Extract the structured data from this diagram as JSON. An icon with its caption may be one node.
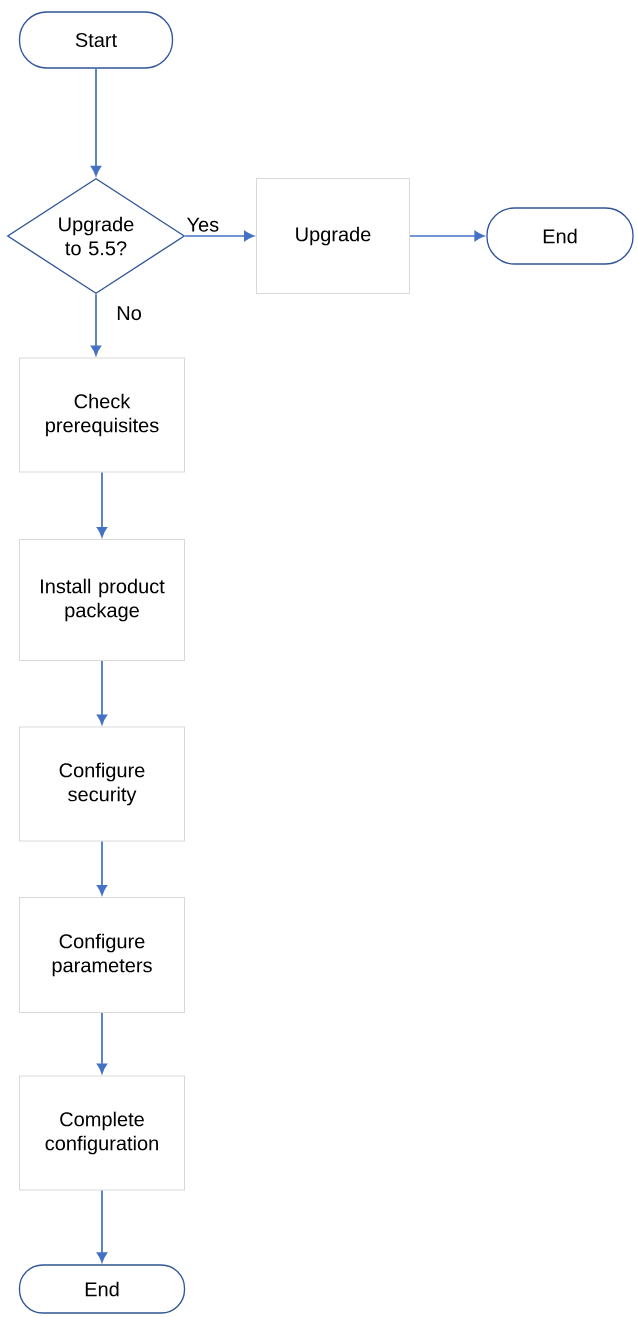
{
  "diagram": {
    "nodes": [
      {
        "text": [
          "Start"
        ]
      },
      {
        "text": [
          "Upgrade to 5.5?"
        ]
      },
      {
        "text": [
          "Upgrade"
        ]
      },
      {
        "text": [
          "End"
        ]
      },
      {
        "text": [
          "Check prerequisites"
        ]
      },
      {
        "text": [
          "Install product package"
        ]
      },
      {
        "text": [
          "Configure security"
        ]
      },
      {
        "text": [
          "Configure parameters"
        ]
      },
      {
        "text": [
          "Complete configuration"
        ]
      },
      {
        "text": [
          "End"
        ]
      }
    ],
    "edges": [
      {
        "from": 0,
        "to": 1,
        "arrow": "to"
      },
      {
        "from": 1,
        "to": 2,
        "arrow": "to",
        "label": "Yes"
      },
      {
        "from": 2,
        "to": 3,
        "arrow": "to"
      },
      {
        "from": 1,
        "to": 4,
        "arrow": "to",
        "label": "No"
      },
      {
        "from": 4,
        "to": 5,
        "arrow": "to"
      },
      {
        "from": 5,
        "to": 6,
        "arrow": "to"
      },
      {
        "from": 6,
        "to": 7,
        "arrow": "to"
      },
      {
        "from": 7,
        "to": 8,
        "arrow": "to"
      },
      {
        "from": 8,
        "to": 9,
        "arrow": "to"
      }
    ]
  }
}
